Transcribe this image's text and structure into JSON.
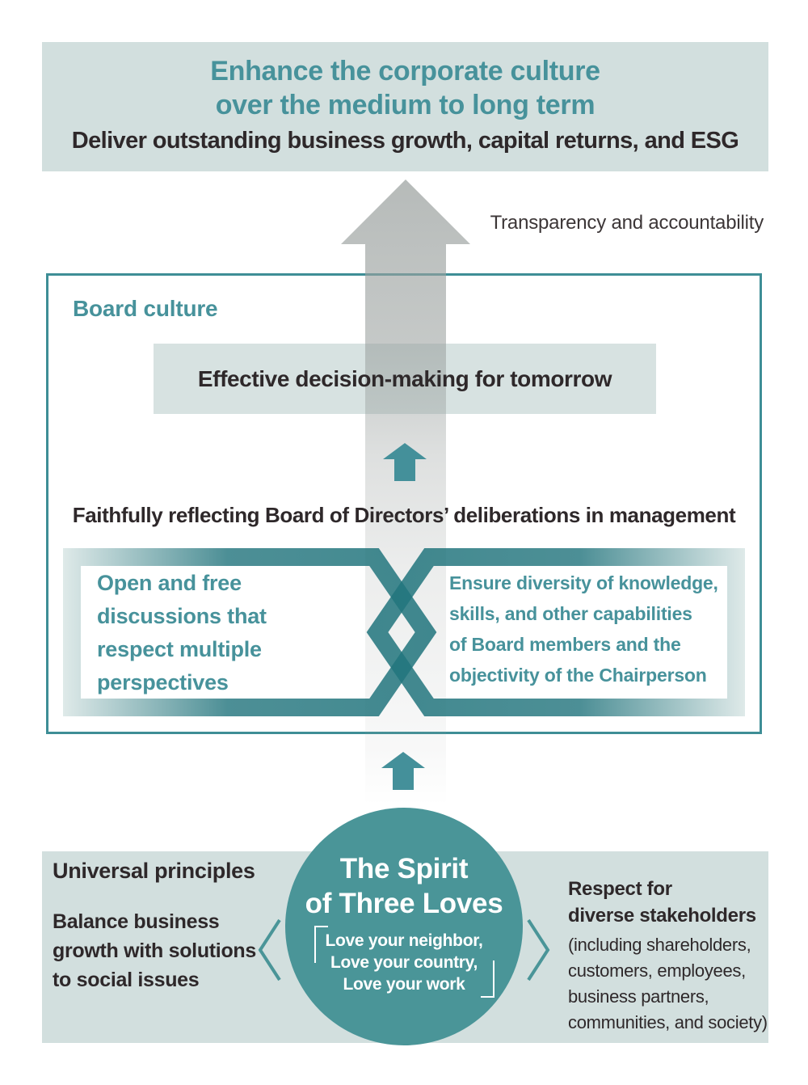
{
  "top_banner": {
    "teal_line1": "Enhance the corporate culture",
    "teal_line2": "over the medium to long term",
    "dark_line": "Deliver outstanding business growth, capital returns, and ESG"
  },
  "arrow_label": "Transparency and accountability",
  "board": {
    "title": "Board culture",
    "decision_box": "Effective decision-making for tomorrow",
    "reflect_text": "Faithfully reflecting Board of Directors’ deliberations in management",
    "left_cell_lines": [
      "Open and free",
      "discussions that",
      "respect multiple",
      "perspectives"
    ],
    "right_cell_lines": [
      "Ensure diversity of knowledge,",
      "skills, and other capabilities",
      "of Board members and the",
      "objectivity of the Chairperson"
    ]
  },
  "foundation": {
    "universal_title": "Universal principles",
    "balance_lines": [
      "Balance business",
      "growth with solutions",
      "to social issues"
    ],
    "respect_title_lines": [
      "Respect for",
      "diverse stakeholders"
    ],
    "respect_sub_lines": [
      "(including shareholders,",
      "customers, employees,",
      "business partners,",
      "communities, and society)"
    ],
    "circle_title_lines": [
      "The Spirit",
      "of Three Loves"
    ],
    "circle_quote_lines": [
      "Love your neighbor,",
      "Love your country,",
      "Love your work"
    ]
  },
  "colors": {
    "teal_text": "#47929b",
    "teal_shape": "#44909a",
    "box_border": "#3e8e96",
    "circle_fill": "#4a9598",
    "banner_bg": "#d2dfde",
    "decision_box_bg": "#d7e2e1",
    "arrow_gray": "#9aa09e",
    "dark_text": "#2e282a"
  }
}
